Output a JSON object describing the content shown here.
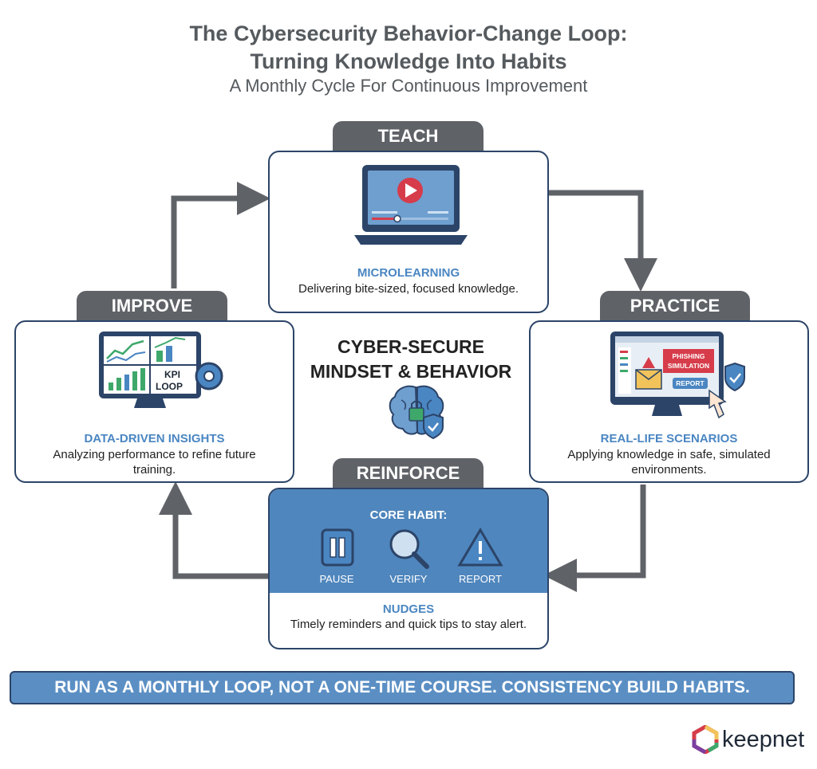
{
  "header": {
    "title_line1": "The Cybersecurity Behavior-Change Loop:",
    "title_line2": "Turning Knowledge Into Habits",
    "subtitle": "A Monthly Cycle For Continuous Improvement"
  },
  "teach": {
    "tab": "TEACH",
    "title": "MICROLEARNING",
    "desc": "Delivering bite-sized, focused knowledge."
  },
  "practice": {
    "tab": "PRACTICE",
    "title": "REAL-LIFE SCENARIOS",
    "desc": "Applying knowledge in safe, simulated environments.",
    "screen_text_1": "PHISHING",
    "screen_text_2": "SIMULATION",
    "screen_button": "REPORT"
  },
  "reinforce": {
    "tab": "REINFORCE",
    "core_habit": "CORE HABIT:",
    "habits": [
      "PAUSE",
      "VERIFY",
      "REPORT"
    ],
    "title": "NUDGES",
    "desc": "Timely reminders and quick tips to stay alert."
  },
  "improve": {
    "tab": "IMPROVE",
    "title": "DATA-DRIVEN INSIGHTS",
    "desc": "Analyzing performance to refine future training.",
    "screen_text_1": "KPI",
    "screen_text_2": "LOOP"
  },
  "center": {
    "line1": "CYBER-SECURE",
    "line2": "MINDSET & BEHAVIOR"
  },
  "banner": {
    "text": "RUN AS A MONTHLY LOOP, NOT A ONE-TIME COURSE. CONSISTENCY BUILD HABITS."
  },
  "logo": {
    "text": "keepnet"
  },
  "colors": {
    "navy": "#2c4468",
    "accent_blue": "#4a86c2",
    "tab_gray": "#5f6368",
    "arrow_gray": "#5f6368",
    "banner_blue": "#5b8fc4"
  }
}
